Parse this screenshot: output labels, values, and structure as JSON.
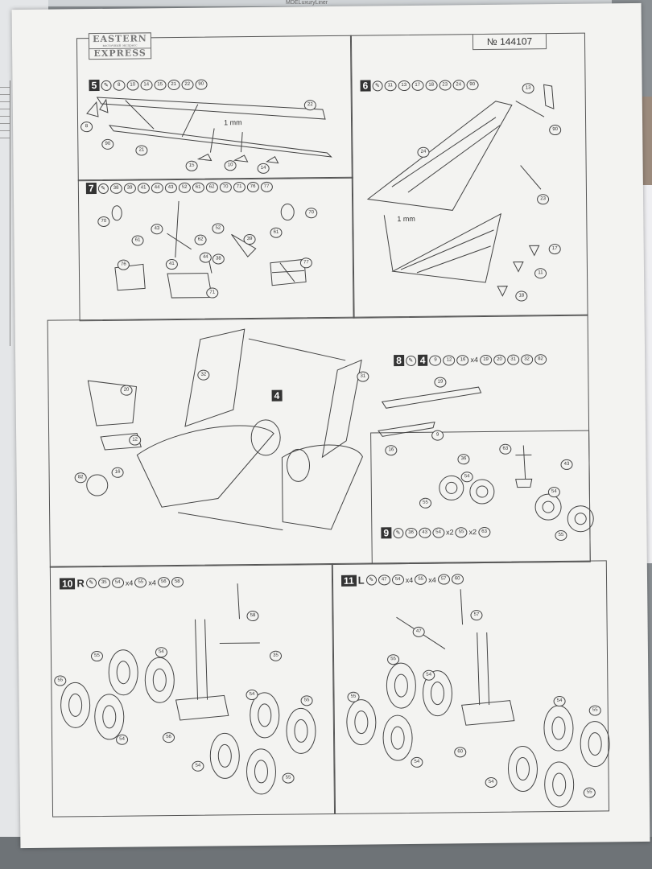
{
  "header": {
    "logo_line1": "EASTERN",
    "logo_line2": "восточный экспресс",
    "logo_line3": "EXPRESS",
    "kit_number": "№ 144107"
  },
  "top_box_text": "MDELuxuryLiner",
  "steps": {
    "s5": {
      "num": "5",
      "parts": [
        "8",
        "10",
        "14",
        "15",
        "21",
        "22",
        "90"
      ]
    },
    "s6": {
      "num": "6",
      "parts": [
        "11",
        "13",
        "17",
        "18",
        "23",
        "24",
        "90"
      ]
    },
    "s7": {
      "num": "7",
      "parts": [
        "38",
        "39",
        "41",
        "44",
        "43",
        "52",
        "61",
        "62",
        "70",
        "71",
        "76",
        "77"
      ]
    },
    "s8": {
      "num": "8",
      "sub": "4",
      "parts": [
        "9",
        "12",
        "16"
      ],
      "x4": "x4",
      "parts2": [
        "19",
        "20",
        "31",
        "32",
        "82"
      ]
    },
    "s9": {
      "num": "9",
      "parts": [
        "36",
        "43"
      ],
      "p54": "54",
      "x2a": "x2",
      "p55": "55",
      "x2b": "x2",
      "p63": "63"
    },
    "s10": {
      "num": "10",
      "side": "R",
      "parts": [
        "35"
      ],
      "p54": "54",
      "x4a": "x4",
      "p55": "55",
      "x4b": "x4",
      "parts2": [
        "56",
        "58"
      ]
    },
    "s11": {
      "num": "11",
      "side": "L",
      "parts": [
        "47"
      ],
      "p54": "54",
      "x4a": "x4",
      "p55": "55",
      "x4b": "x4",
      "parts2": [
        "57",
        "60"
      ]
    }
  },
  "labels": {
    "mm5": "1 mm",
    "mm6": "1 mm",
    "big4": "4",
    "s5": [
      "8",
      "90",
      "21",
      "22",
      "15",
      "10",
      "14"
    ],
    "s6": [
      "13",
      "90",
      "24",
      "23",
      "17",
      "11",
      "18"
    ],
    "s7": [
      "70",
      "61",
      "43",
      "52",
      "44",
      "38",
      "62",
      "39",
      "41",
      "76",
      "71",
      "77",
      "61",
      "70"
    ],
    "s8": [
      "20",
      "12",
      "16",
      "82",
      "32",
      "31",
      "19",
      "9",
      "16"
    ],
    "s9": [
      "63",
      "36",
      "54",
      "55",
      "43",
      "54",
      "55"
    ],
    "s10": [
      "58",
      "35",
      "55",
      "54",
      "55",
      "54",
      "56",
      "54",
      "55",
      "54",
      "55"
    ],
    "s11": [
      "57",
      "47",
      "55",
      "54",
      "55",
      "54",
      "60",
      "54",
      "55",
      "54",
      "55"
    ]
  },
  "colors": {
    "paper": "#f3f3f1",
    "ink": "#333333",
    "accent": "#c0392b"
  }
}
